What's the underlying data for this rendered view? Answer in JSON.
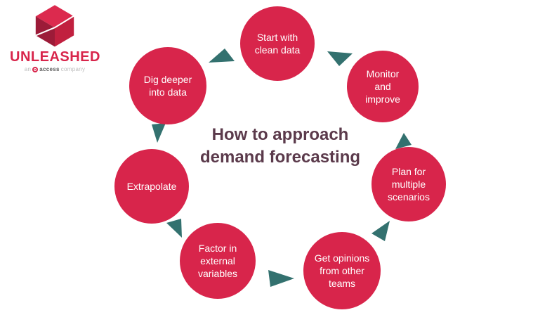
{
  "logo": {
    "brand": "UNLEASHED",
    "tagline_prefix": "an",
    "tagline_bold": "access",
    "tagline_suffix": "company"
  },
  "title": "How to approach demand forecasting",
  "diagram": {
    "type": "circular-flow",
    "direction": "counterclockwise",
    "steps": [
      {
        "label": "Start with clean data"
      },
      {
        "label": "Dig deeper into data"
      },
      {
        "label": "Extrapolate"
      },
      {
        "label": "Factor in external variables"
      },
      {
        "label": "Get opinions from other teams"
      },
      {
        "label": "Plan for multiple scenarios"
      },
      {
        "label": "Monitor and improve"
      }
    ],
    "arrows": [
      {
        "from": "Start with clean data",
        "to": "Dig deeper into data"
      },
      {
        "from": "Dig deeper into data",
        "to": "Extrapolate"
      },
      {
        "from": "Extrapolate",
        "to": "Factor in external variables"
      },
      {
        "from": "Factor in external variables",
        "to": "Get opinions from other teams"
      },
      {
        "from": "Get opinions from other teams",
        "to": "Plan for multiple scenarios"
      },
      {
        "from": "Plan for multiple scenarios",
        "to": "Monitor and improve"
      },
      {
        "from": "Monitor and improve",
        "to": "Start with clean data"
      }
    ],
    "colors": {
      "circle": "#d8254b",
      "circle_text": "#ffffff",
      "arrow": "#33716f",
      "title": "#5b3a4b",
      "brand": "#d8254b",
      "background": "#ffffff"
    }
  }
}
